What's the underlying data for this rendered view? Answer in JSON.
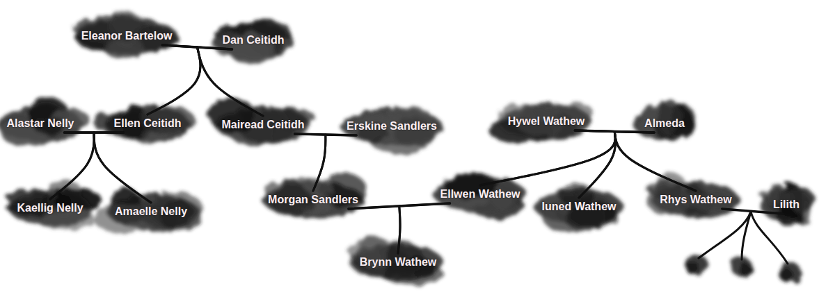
{
  "diagram": {
    "nodes": [
      {
        "text": [
          "Eleanor Bartelow"
        ]
      },
      {
        "text": [
          "Dan Ceitidh"
        ]
      },
      {
        "text": [
          "Alastar Nelly"
        ]
      },
      {
        "text": [
          "Ellen Ceitidh"
        ]
      },
      {
        "text": [
          "Mairead Ceitidh"
        ]
      },
      {
        "text": [
          "Erskine Sandlers"
        ]
      },
      {
        "text": [
          "Hywel Wathew"
        ]
      },
      {
        "text": [
          "Almeda"
        ]
      },
      {
        "text": [
          "Kaellig Nelly"
        ]
      },
      {
        "text": [
          "Amaelle Nelly"
        ]
      },
      {
        "text": [
          "Morgan Sandlers"
        ]
      },
      {
        "text": [
          "Ellwen Wathew"
        ]
      },
      {
        "text": [
          "Iuned Wathew"
        ]
      },
      {
        "text": [
          "Rhys Wathew"
        ]
      },
      {
        "text": [
          "Lilith"
        ]
      },
      {
        "text": [
          "Brynn Wathew"
        ]
      }
    ],
    "edges": [
      {
        "from": 0,
        "to": 1,
        "arrow": "none"
      },
      {
        "from": 2,
        "to": 3,
        "arrow": "none"
      },
      {
        "from": 4,
        "to": 5,
        "arrow": "none"
      },
      {
        "from": 6,
        "to": 7,
        "arrow": "none"
      },
      {
        "from": 10,
        "to": 11,
        "arrow": "none"
      },
      {
        "from": 13,
        "to": 14,
        "arrow": "none"
      },
      {
        "from": 0,
        "to": 3,
        "arrow": "none"
      },
      {
        "from": 1,
        "to": 3,
        "arrow": "none"
      },
      {
        "from": 0,
        "to": 4,
        "arrow": "none"
      },
      {
        "from": 1,
        "to": 4,
        "arrow": "none"
      },
      {
        "from": 2,
        "to": 8,
        "arrow": "none"
      },
      {
        "from": 3,
        "to": 8,
        "arrow": "none"
      },
      {
        "from": 2,
        "to": 9,
        "arrow": "none"
      },
      {
        "from": 3,
        "to": 9,
        "arrow": "none"
      },
      {
        "from": 4,
        "to": 10,
        "arrow": "none"
      },
      {
        "from": 5,
        "to": 10,
        "arrow": "none"
      },
      {
        "from": 6,
        "to": 11,
        "arrow": "none"
      },
      {
        "from": 7,
        "to": 11,
        "arrow": "none"
      },
      {
        "from": 6,
        "to": 12,
        "arrow": "none"
      },
      {
        "from": 7,
        "to": 12,
        "arrow": "none"
      },
      {
        "from": 6,
        "to": 13,
        "arrow": "none"
      },
      {
        "from": 7,
        "to": 13,
        "arrow": "none"
      },
      {
        "from": 10,
        "to": 15,
        "arrow": "none"
      },
      {
        "from": 11,
        "to": 15,
        "arrow": "none"
      }
    ]
  }
}
